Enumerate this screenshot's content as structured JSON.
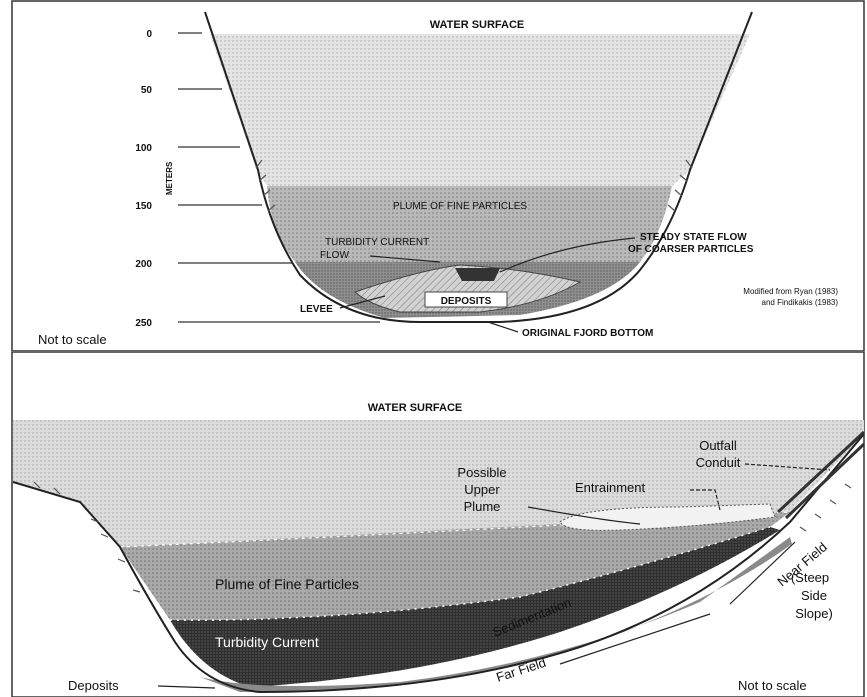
{
  "top": {
    "water_surface": "WATER SURFACE",
    "depth_ticks": [
      "0",
      "50",
      "100",
      "150",
      "200",
      "250"
    ],
    "axis_label": "METERS",
    "plume_label": "PLUME OF FINE PARTICLES",
    "turbidity_label_1": "TURBIDITY CURRENT",
    "turbidity_label_2": "FLOW",
    "steady_label_1": "STEADY STATE FLOW",
    "steady_label_2": "OF COARSER PARTICLES",
    "levee_label": "LEVEE",
    "deposits_label": "DEPOSITS",
    "bottom_label": "ORIGINAL FJORD BOTTOM",
    "credit_1": "Modified from Ryan (1983)",
    "credit_2": "and Findikakis (1983)",
    "scale_note": "Not to scale"
  },
  "bottom": {
    "water_surface": "WATER SURFACE",
    "outfall_1": "Outfall",
    "outfall_2": "Conduit",
    "possible_1": "Possible",
    "possible_2": "Upper",
    "possible_3": "Plume",
    "entrainment": "Entrainment",
    "near_field": "Near Field",
    "steep_1": "(Steep",
    "steep_2": "Side",
    "steep_3": "Slope)",
    "plume_label": "Plume of Fine Particles",
    "sedimentation": "Sedimentation",
    "turbidity": "Turbidity Current",
    "far_field": "Far Field",
    "deposits": "Deposits",
    "scale_note": "Not to scale"
  }
}
